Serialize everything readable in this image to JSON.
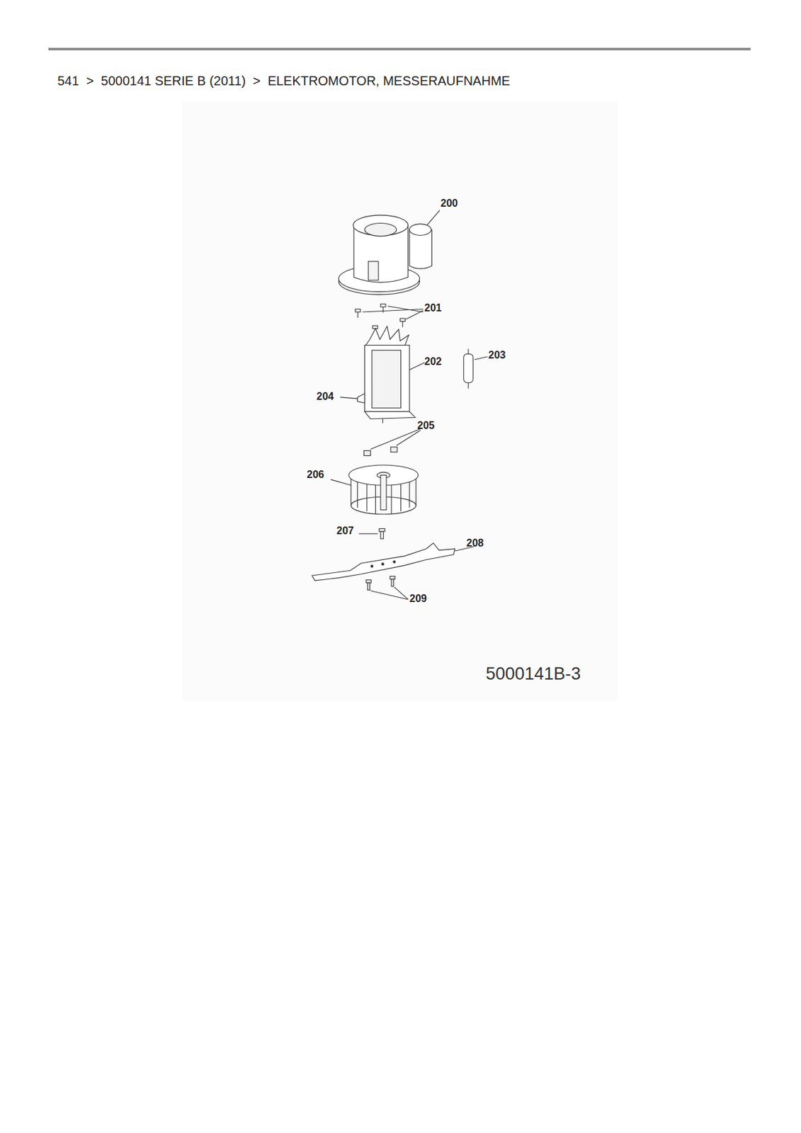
{
  "diagram": {
    "title": "541  >  5000141 SERIE B (2011)  >  ELEKTROMOTOR, MESSERAUFNAHME",
    "labels": [
      "200",
      "201",
      "202",
      "203",
      "204",
      "205",
      "206",
      "207",
      "208",
      "209",
      "5000141B-3"
    ]
  }
}
